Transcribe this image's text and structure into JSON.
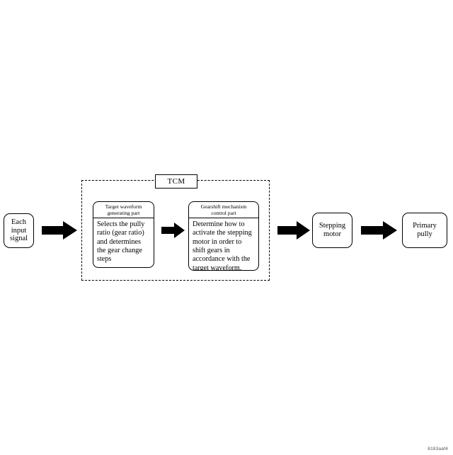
{
  "figure": {
    "reference_id": "8183aaf4",
    "background_color": "#ffffff",
    "line_color": "#000000"
  },
  "nodes": {
    "each_input_signal": {
      "line1": "Each",
      "line2": "input",
      "line3": "signal"
    },
    "stepping_motor": {
      "line1": "Stepping",
      "line2": "motor"
    },
    "primary_pully": {
      "line1": "Primary",
      "line2": "pully"
    }
  },
  "tcm": {
    "label": "TCM",
    "inner_boxes": [
      {
        "title_line1": "Target waveform",
        "title_line2": "generating part",
        "body": "Selects the pully ratio (gear ratio) and determines the gear change steps"
      },
      {
        "title_line1": "Gearshift mechanism",
        "title_line2": "control part",
        "body": "Determine how to activate the stepping motor in order to shift gears in accordance with the target waveform."
      }
    ]
  },
  "arrows": [
    {
      "name": "input-to-tcm",
      "direction": "right"
    },
    {
      "name": "inner-stage",
      "direction": "right"
    },
    {
      "name": "tcm-to-motor",
      "direction": "right"
    },
    {
      "name": "motor-to-pully",
      "direction": "right"
    }
  ]
}
